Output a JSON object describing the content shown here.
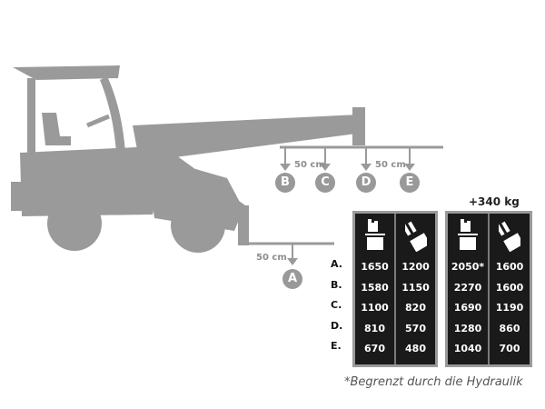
{
  "diagram": {
    "dimension_labels": {
      "boom": [
        "50 cm",
        "50 cm"
      ],
      "fork": "50 cm"
    },
    "points": [
      "B",
      "C",
      "D",
      "E",
      "A"
    ],
    "group_note": "+340 kg",
    "row_labels": [
      "A.",
      "B.",
      "C.",
      "D.",
      "E."
    ],
    "colors": {
      "machine": "#9a9a9a",
      "table_bg": "#1a1a1a",
      "table_border": "#9a9a9a"
    },
    "column_icons": [
      "straight-load-icon",
      "tilted-load-icon",
      "straight-load-icon",
      "tilted-load-icon"
    ],
    "tables": [
      {
        "columns": [
          {
            "icon": "straight-load-icon",
            "values": [
              "1650",
              "1580",
              "1100",
              "810",
              "670"
            ]
          },
          {
            "icon": "tilted-load-icon",
            "values": [
              "1200",
              "1150",
              "820",
              "570",
              "480"
            ]
          }
        ]
      },
      {
        "columns": [
          {
            "icon": "straight-load-icon",
            "values": [
              "2050*",
              "2270",
              "1690",
              "1280",
              "1040"
            ]
          },
          {
            "icon": "tilted-load-icon",
            "values": [
              "1600",
              "1600",
              "1190",
              "860",
              "700"
            ]
          }
        ]
      }
    ],
    "footnote": "*Begrenzt durch die Hydraulik"
  }
}
